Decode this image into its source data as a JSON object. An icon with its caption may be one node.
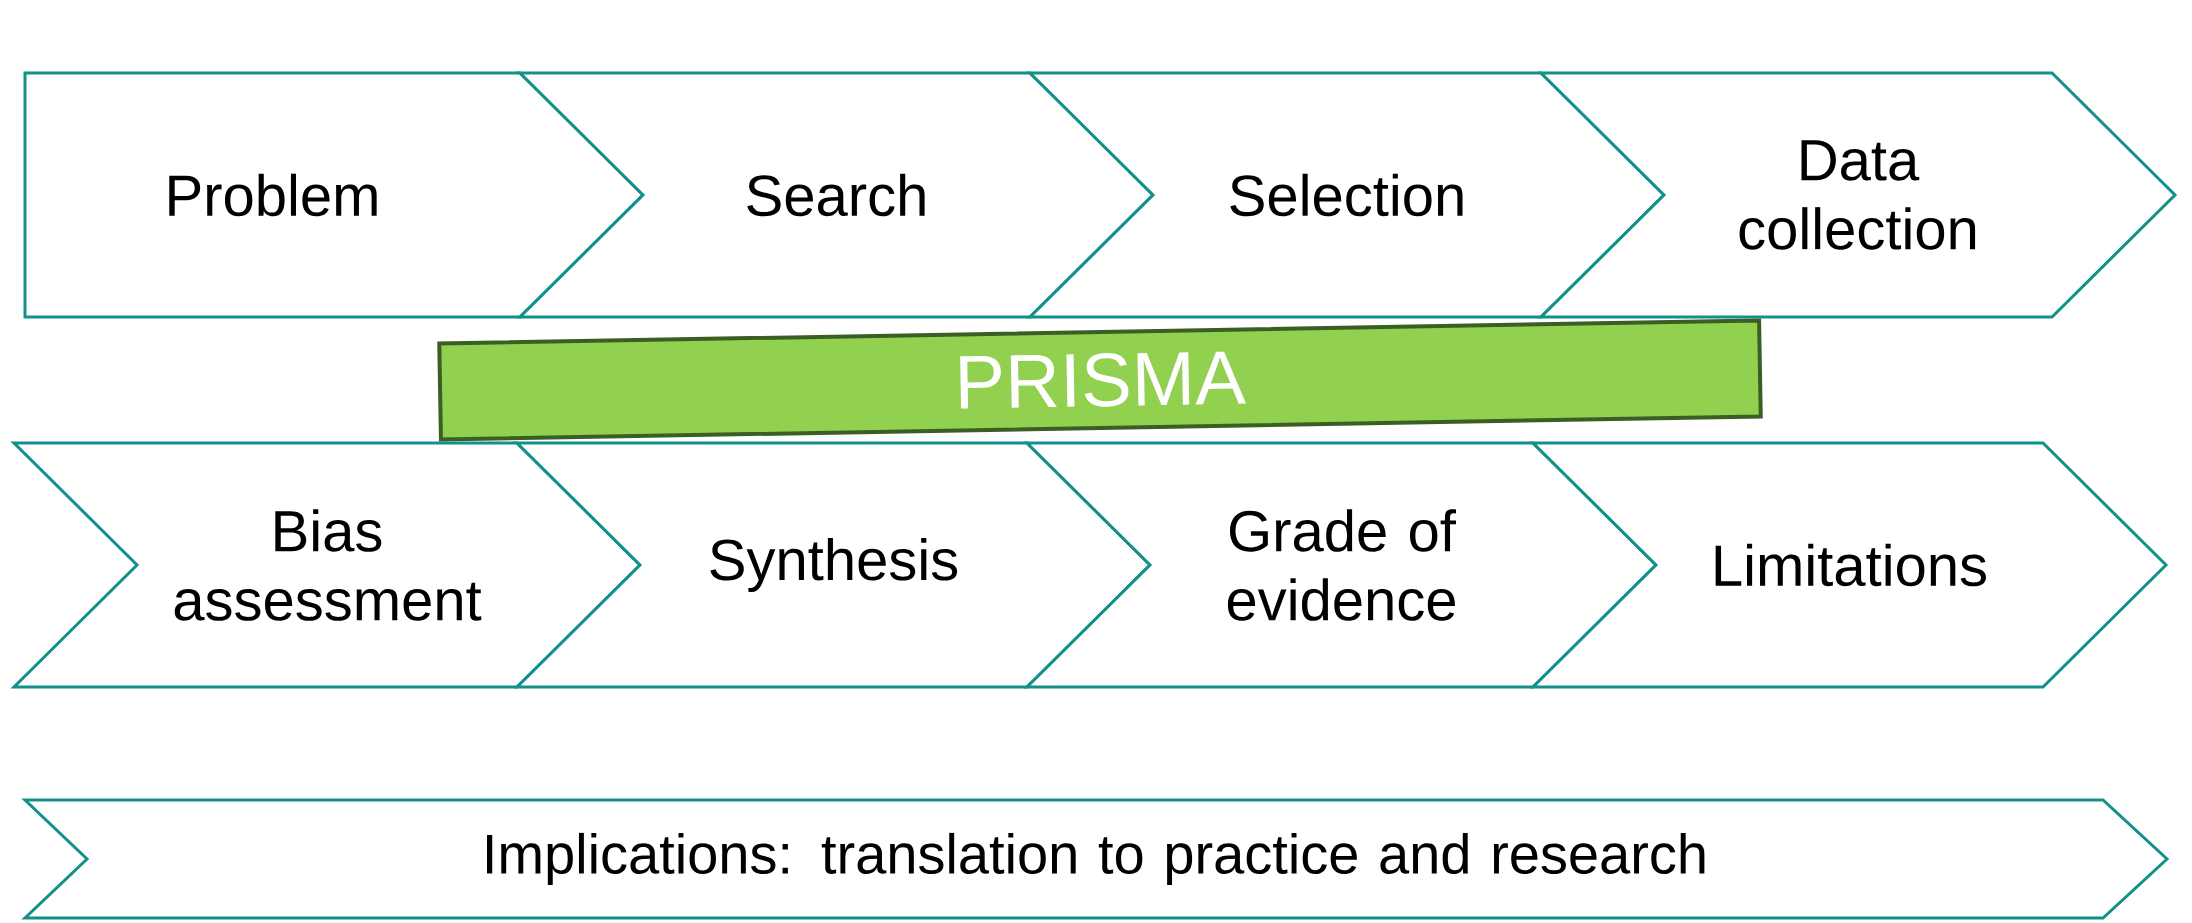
{
  "diagram": {
    "nodes": [
      {
        "text": [
          "Problem"
        ]
      },
      {
        "text": [
          "Search"
        ]
      },
      {
        "text": [
          "Selection"
        ]
      },
      {
        "text": [
          "Data collection"
        ]
      },
      {
        "text": [
          "Bias assessment"
        ]
      },
      {
        "text": [
          "Synthesis"
        ]
      },
      {
        "text": [
          "Grade of evidence"
        ]
      },
      {
        "text": [
          "Limitations"
        ]
      },
      {
        "text": [
          "Implications: translation to practice and research"
        ]
      },
      {
        "text": [
          "PRISMA"
        ]
      }
    ]
  }
}
